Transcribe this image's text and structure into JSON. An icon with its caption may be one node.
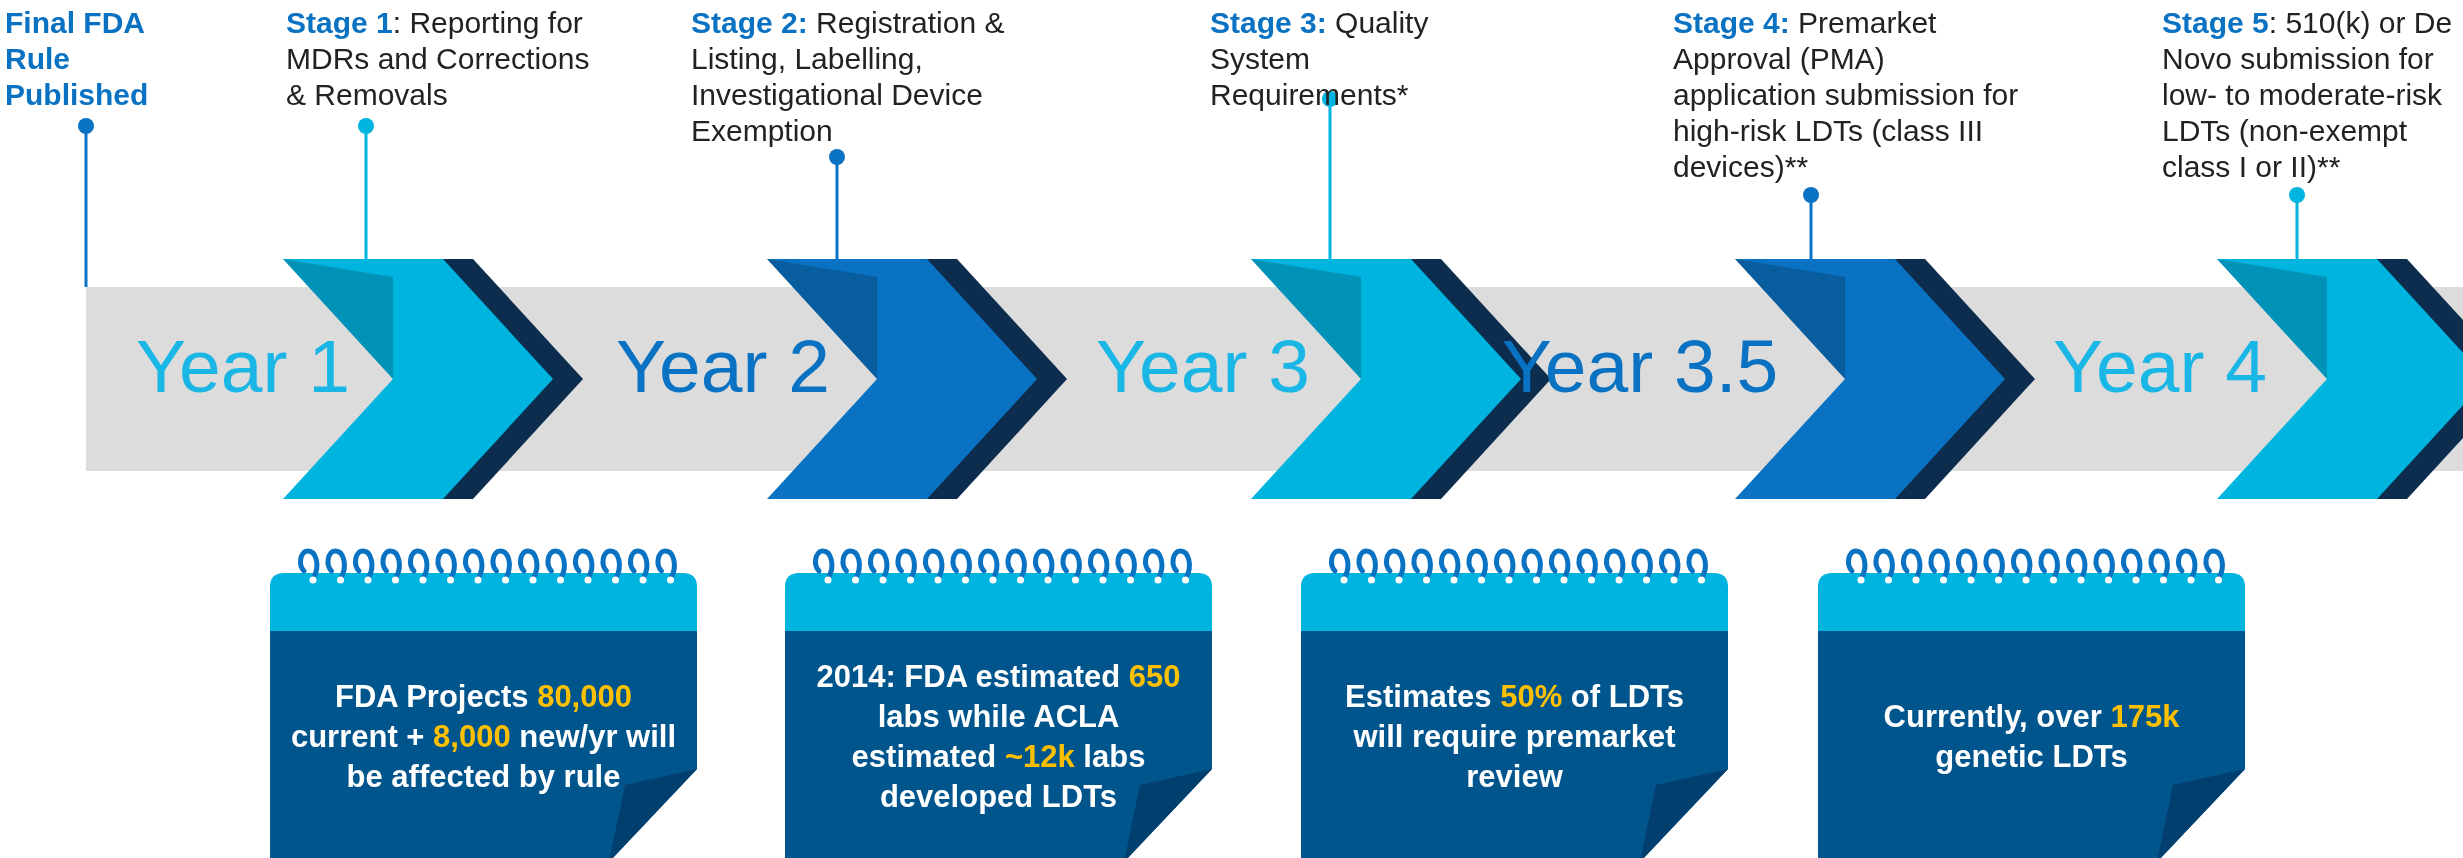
{
  "diagram": {
    "nodes": [
      {
        "text": [
          "Final FDA Rule Published"
        ]
      },
      {
        "text": [
          "**Stage 1**: Reporting for MDRs and Corrections & Removals"
        ]
      },
      {
        "text": [
          "**Stage 2:** Registration & Listing, Labelling, Investigational Device Exemption"
        ]
      },
      {
        "text": [
          "**Stage 3:** Quality System Requirements*"
        ]
      },
      {
        "text": [
          "**Stage 4:** Premarket Approval (PMA) application submission for high-risk LDTs (class III devices)**"
        ]
      },
      {
        "text": [
          "**Stage 5**: 510(k) or De Novo submission for low- to moderate-risk LDTs (non-exempt class I or II)**"
        ]
      },
      {
        "text": [],
        "shape": "bar"
      },
      {
        "text": [],
        "shape": "chevron"
      },
      {
        "text": [],
        "shape": "chevron"
      },
      {
        "text": [],
        "shape": "chevron"
      },
      {
        "text": [],
        "shape": "chevron"
      },
      {
        "text": [],
        "shape": "chevron"
      },
      {
        "text": [
          "FDA Projects **80,000** current + **8,000** new/yr will be affected by rule"
        ]
      },
      {
        "text": [
          "2014: FDA estimated **650** labs while ACLA estimated **~12k** labs developed LDTs"
        ]
      },
      {
        "text": [
          "Estimates **50%** of LDTs will require premarket review"
        ]
      },
      {
        "text": [
          "Currently, over **175k** genetic LDTs"
        ]
      }
    ],
    "edges": [
      {
        "from": 0,
        "to": 6,
        "arrow": "other",
        "color": "#0a72c2"
      },
      {
        "from": 1,
        "to": 7,
        "arrow": "other"
      },
      {
        "from": 2,
        "to": 8,
        "arrow": "other",
        "color": "#0a72c2"
      },
      {
        "from": 3,
        "to": 9,
        "arrow": "other"
      },
      {
        "from": 4,
        "to": 10,
        "arrow": "other",
        "color": "#0a72c2"
      },
      {
        "from": 5,
        "to": 11,
        "arrow": "other"
      }
    ],
    "labels": [
      "Year 1",
      "Year 2",
      "Year 3",
      "Year 3.5",
      "Year 4"
    ]
  }
}
